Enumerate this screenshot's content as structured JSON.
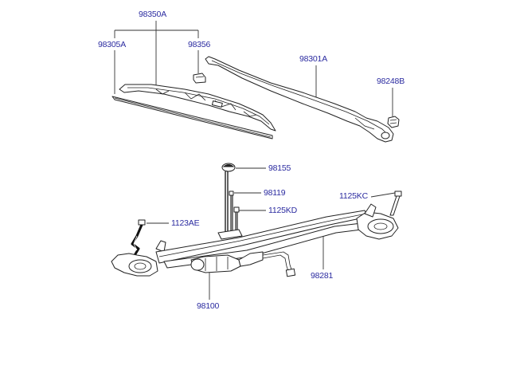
{
  "diagram": {
    "labels": {
      "wiper_blade_assy": "98350A",
      "blade_refill": "98305A",
      "blade_clip": "98356",
      "wiper_arm": "98301A",
      "arm_cap": "98248B",
      "pivot_cap": "98155",
      "pivot_nut": "98119",
      "pivot_bolt": "1125KD",
      "mount_bolt_right": "1125KC",
      "mount_bolt_left": "1123AE",
      "linkage": "98281",
      "motor": "98100"
    }
  }
}
